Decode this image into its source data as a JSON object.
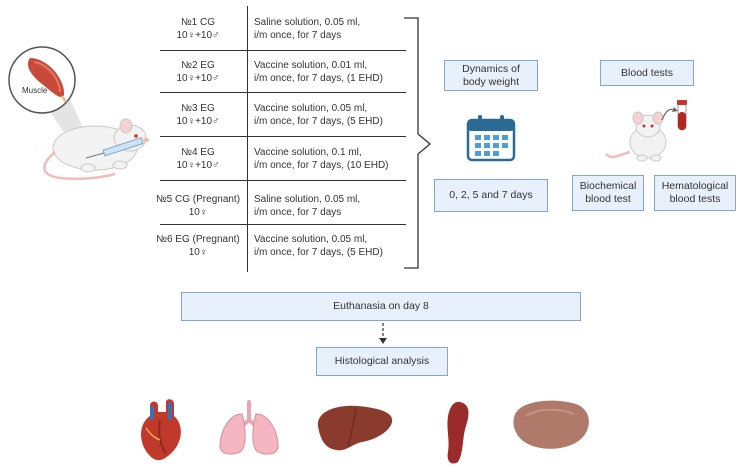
{
  "muscle_label": "Muscle",
  "groups": [
    {
      "name": "№1 CG",
      "sex": "10♀+10♂",
      "treatment": [
        "Saline solution, 0.05 ml,",
        "i/m once, for 7 days"
      ]
    },
    {
      "name": "№2 EG",
      "sex": "10♀+10♂",
      "treatment": [
        "Vaccine solution, 0.01 ml,",
        "i/m once, for 7 days, (1 EHD)"
      ]
    },
    {
      "name": "№3 EG",
      "sex": "10♀+10♂",
      "treatment": [
        "Vaccine solution, 0.05 ml,",
        "i/m once, for 7 days, (5 EHD)"
      ]
    },
    {
      "name": "№4 EG",
      "sex": "10♀+10♂",
      "treatment": [
        "Vaccine solution, 0.1 ml,",
        "i/m once, for 7 days, (10 EHD)"
      ]
    },
    {
      "name": "№5 CG (Pregnant)",
      "sex": "10♀",
      "treatment": [
        "Saline solution, 0.05 ml,",
        "i/m once, for 7 days"
      ]
    },
    {
      "name": "№6 EG (Pregnant)",
      "sex": "10♀",
      "treatment": [
        "Vaccine solution, 0.05 ml,",
        "i/m once, for 7 days, (5 EHD)"
      ]
    }
  ],
  "body_weight": {
    "title": [
      "Dynamics of",
      "body weight"
    ],
    "days": "0, 2, 5 and 7 days"
  },
  "blood": {
    "title": "Blood tests",
    "biochemical": [
      "Biochemical",
      "blood test"
    ],
    "hematological": [
      "Hematological",
      "blood tests"
    ]
  },
  "euthanasia": "Euthanasia on day 8",
  "histology": "Histological analysis",
  "organs": [
    "heart-icon",
    "lungs-icon",
    "liver-icon",
    "spleen-icon",
    "kidney-icon"
  ],
  "colors": {
    "box_fill": "#e8f1fb",
    "box_border": "#7fa7cf",
    "calendar": "#2c6a96"
  }
}
